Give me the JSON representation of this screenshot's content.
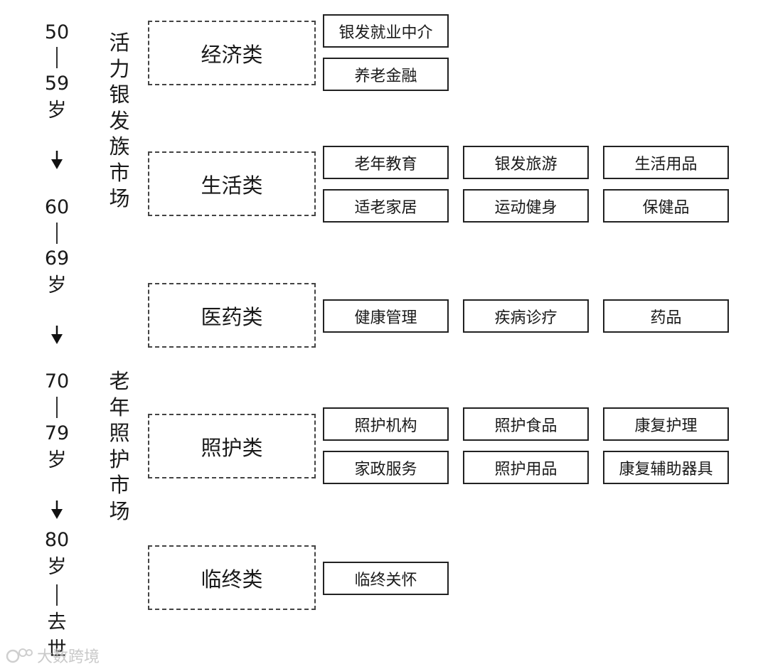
{
  "timeline": {
    "a50": "50",
    "a59": "59",
    "sui1": "岁",
    "a60": "60",
    "a69": "69",
    "sui2": "岁",
    "a70": "70",
    "a79": "79",
    "sui3": "岁",
    "a80": "80",
    "sui4": "岁",
    "qu": "去",
    "shi": "世"
  },
  "markets": {
    "active": "活\n力\n银\n发\n族\n市\n场",
    "care": "老\n年\n照\n护\n市\n场"
  },
  "categories": [
    {
      "label": "经济类",
      "items": [
        "银发就业中介",
        "养老金融"
      ]
    },
    {
      "label": "生活类",
      "items": [
        "老年教育",
        "银发旅游",
        "生活用品",
        "适老家居",
        "运动健身",
        "保健品"
      ]
    },
    {
      "label": "医药类",
      "items": [
        "健康管理",
        "疾病诊疗",
        "药品"
      ]
    },
    {
      "label": "照护类",
      "items": [
        "照护机构",
        "照护食品",
        "康复护理",
        "家政服务",
        "照护用品",
        "康复辅助器具"
      ]
    },
    {
      "label": "临终类",
      "items": [
        "临终关怀"
      ]
    }
  ],
  "watermark": "大数跨境"
}
